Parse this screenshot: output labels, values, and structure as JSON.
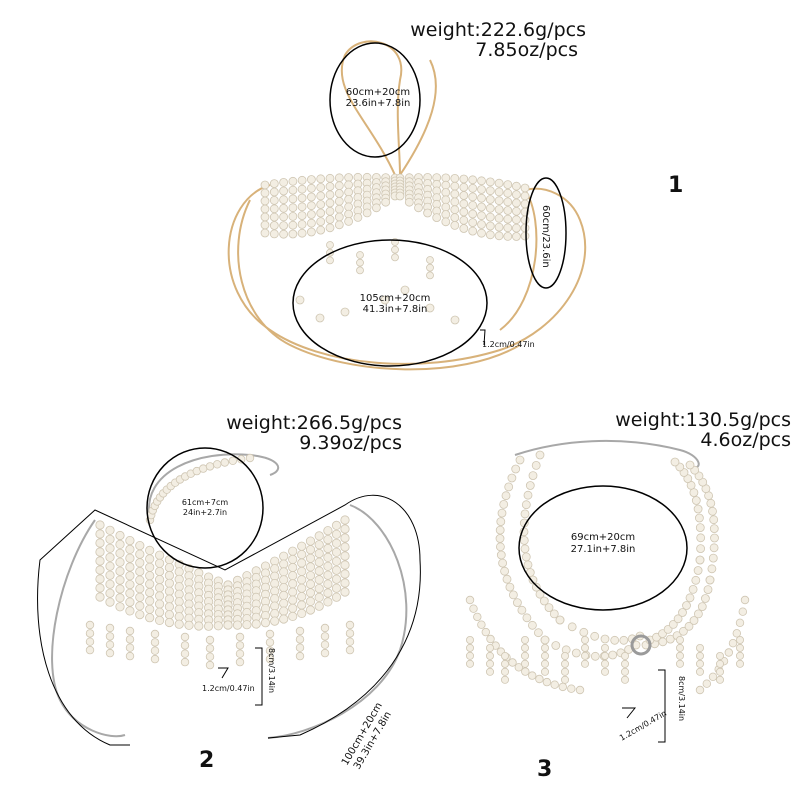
{
  "products": [
    {
      "number": "1",
      "weight_g": "weight:222.6g/pcs",
      "weight_oz": "7.85oz/pcs",
      "neck_cm": "60cm+20cm",
      "neck_in": "23.6in+7.8in",
      "side": "60cm/23.6in",
      "body_cm": "105cm+20cm",
      "body_in": "41.3in+7.8in",
      "pearl": "1.2cm/0.47in",
      "metal_color": "#d8b27a"
    },
    {
      "number": "2",
      "weight_g": "weight:266.5g/pcs",
      "weight_oz": "9.39oz/pcs",
      "neck_cm": "61cm+7cm",
      "neck_in": "24in+2.7in",
      "tassel": "8cm/3.14in",
      "pearl": "1.2cm/0.47in",
      "body_cm": "100cm+20cm",
      "body_in": "39.3in+7.8in",
      "metal_color": "#a8a8a8"
    },
    {
      "number": "3",
      "weight_g": "weight:130.5g/pcs",
      "weight_oz": "4.6oz/pcs",
      "neck_cm": "69cm+20cm",
      "neck_in": "27.1in+7.8in",
      "tassel": "8cm/3.14in",
      "pearl": "1.2cm/0.47in",
      "metal_color": "#a8a8a8"
    }
  ],
  "pearl_color": "#f3eee3"
}
